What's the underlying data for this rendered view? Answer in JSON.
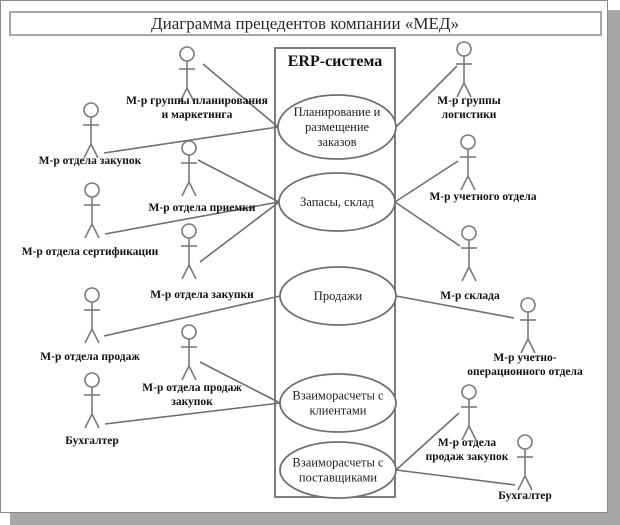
{
  "diagram": {
    "title": "Диаграмма прецедентов компании «МЕД»",
    "system": {
      "name": "ERP-система"
    },
    "use_cases": [
      {
        "id": "uc1",
        "lines": [
          "Планирование и",
          "размещение",
          "заказов"
        ]
      },
      {
        "id": "uc2",
        "lines": [
          "Запасы, склад"
        ]
      },
      {
        "id": "uc3",
        "lines": [
          "Продажи"
        ]
      },
      {
        "id": "uc4",
        "lines": [
          "Взаиморасчеты с",
          "клиентами"
        ]
      },
      {
        "id": "uc5",
        "lines": [
          "Взаиморасчеты с",
          "поставщиками"
        ]
      }
    ],
    "actors": [
      {
        "id": "a1",
        "lines": [
          "М-р группы планирования",
          "и маркетинга"
        ],
        "connects_to": [
          "uc1"
        ]
      },
      {
        "id": "a2",
        "lines": [
          "М-р отдела закупок"
        ],
        "connects_to": [
          "uc1"
        ]
      },
      {
        "id": "a3",
        "lines": [
          "М-р отдела приемки"
        ],
        "connects_to": [
          "uc2"
        ]
      },
      {
        "id": "a4",
        "lines": [
          "М-р отдела сертификации"
        ],
        "connects_to": [
          "uc2"
        ]
      },
      {
        "id": "a5",
        "lines": [
          "М-р отдела закупки"
        ],
        "connects_to": [
          "uc2"
        ]
      },
      {
        "id": "a6",
        "lines": [
          "М-р отдела продаж"
        ],
        "connects_to": [
          "uc3"
        ]
      },
      {
        "id": "a7",
        "lines": [
          "М-р отдела продаж",
          "закупок"
        ],
        "connects_to": [
          "uc4"
        ]
      },
      {
        "id": "a8",
        "lines": [
          "Бухгалтер"
        ],
        "connects_to": [
          "uc4"
        ]
      },
      {
        "id": "a9",
        "lines": [
          "М-р группы",
          "логистики"
        ],
        "connects_to": [
          "uc1"
        ]
      },
      {
        "id": "a10",
        "lines": [
          "М-р учетного отдела"
        ],
        "connects_to": [
          "uc2"
        ]
      },
      {
        "id": "a11",
        "lines": [
          "М-р склада"
        ],
        "connects_to": [
          "uc2"
        ]
      },
      {
        "id": "a12",
        "lines": [
          "М-р учетно-",
          "операционного отдела"
        ],
        "connects_to": [
          "uc3"
        ]
      },
      {
        "id": "a13",
        "lines": [
          "М-р отдела",
          "продаж закупок"
        ],
        "connects_to": [
          "uc5"
        ]
      },
      {
        "id": "a14",
        "lines": [
          "Бухгалтер"
        ],
        "connects_to": [
          "uc5"
        ]
      }
    ]
  }
}
